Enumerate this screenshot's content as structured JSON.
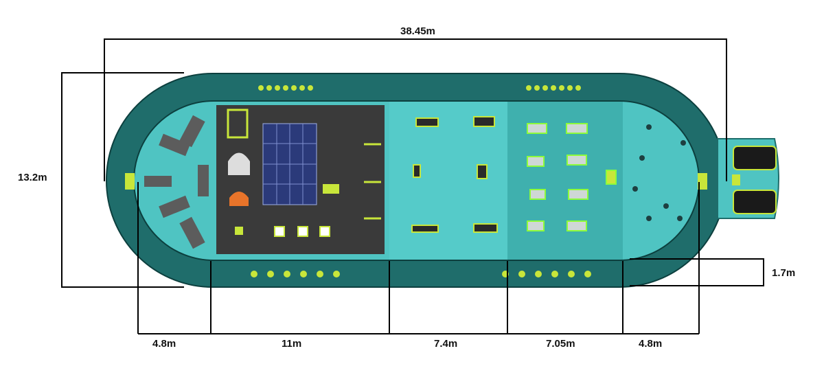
{
  "dimensions": {
    "overall_length": "38.45m",
    "overall_width": "13.2m",
    "track_width": "1.7m",
    "section_1": "4.8m",
    "section_2": "11m",
    "section_3": "7.4m",
    "section_4": "7.05m",
    "section_5": "4.8m"
  },
  "colors": {
    "outer_track": "#1f6d6b",
    "inner_field": "#4fc4c2",
    "zone_darker": "#3fb0ae",
    "turf_panel": "#3a3a3a",
    "solar_panel": "#2b3a7a",
    "accent_lime": "#c8e63a",
    "dimension_line": "#000000"
  }
}
